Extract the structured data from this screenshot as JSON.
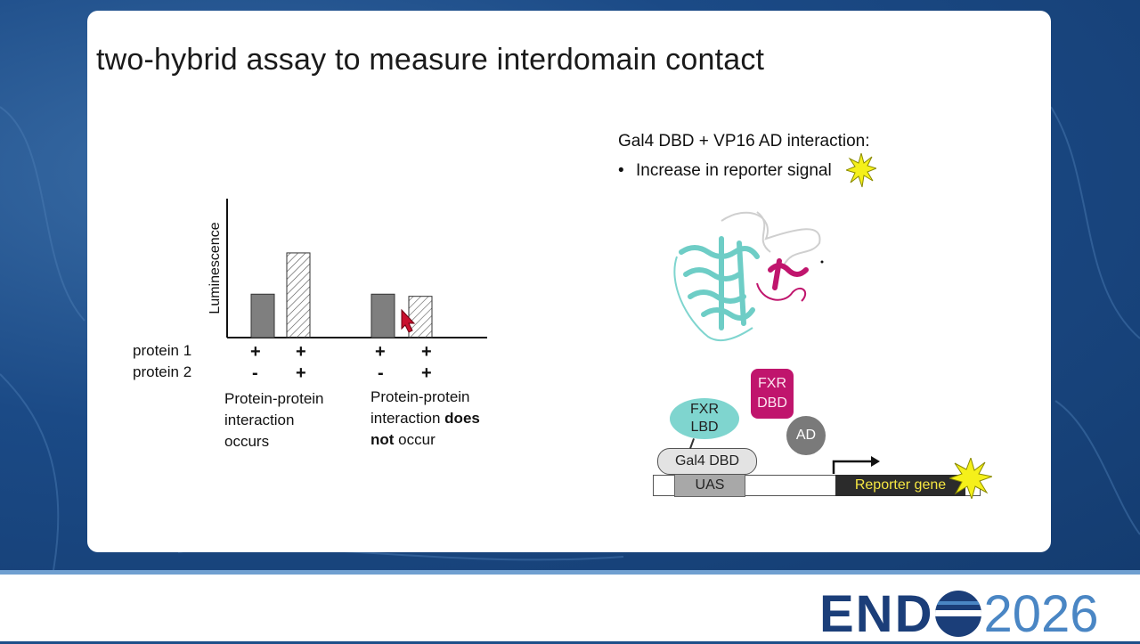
{
  "slide": {
    "title": "two-hybrid assay to measure interdomain contact"
  },
  "chart": {
    "ylabel": "Luminescence",
    "row_labels": [
      "protein 1",
      "protein 2"
    ],
    "columns": [
      {
        "protein1": "+",
        "protein2": "-"
      },
      {
        "protein1": "+",
        "protein2": "+"
      },
      {
        "protein1": "+",
        "protein2": "-"
      },
      {
        "protein1": "+",
        "protein2": "+"
      }
    ],
    "captions": {
      "left_lines": [
        "Protein-protein",
        "interaction",
        "occurs"
      ],
      "right_line1": "Protein-protein",
      "right_line2_pre": "interaction ",
      "right_line2_bold": "does",
      "right_line3_bold": "not",
      "right_line3_post": " occur"
    }
  },
  "chart_data": {
    "type": "bar",
    "categories": [
      "+/-",
      "+/+",
      "+/-",
      "+/+"
    ],
    "values": [
      1.0,
      1.95,
      1.0,
      0.95
    ],
    "ylabel": "Luminescence",
    "ylim": [
      0,
      3.2
    ]
  },
  "right_panel": {
    "heading": "Gal4 DBD + VP16 AD interaction:",
    "bullet": "Increase in reporter signal"
  },
  "diagram": {
    "fxr_lbd": [
      "FXR",
      "LBD"
    ],
    "fxr_dbd": [
      "FXR",
      "DBD"
    ],
    "ad": "AD",
    "gal4_dbd": "Gal4 DBD",
    "uas": "UAS",
    "reporter": "Reporter gene",
    "colors": {
      "teal": "#7fd5cf",
      "magenta": "#c0156d",
      "gray": "#7a7a7a",
      "reporter_bg": "#2b2b2b",
      "reporter_text": "#f5e642",
      "star": "#f5f01a"
    }
  },
  "footer": {
    "brand": "END",
    "year": "2026"
  }
}
